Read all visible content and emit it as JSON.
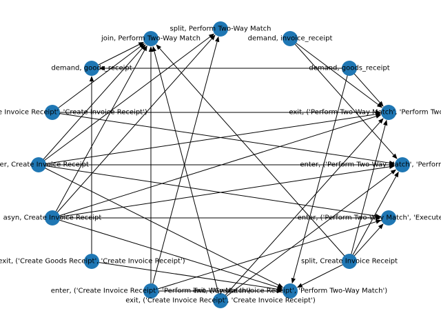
{
  "graph": {
    "colors": {
      "node": "#1f77b4",
      "edge": "#000000",
      "label": "#000000",
      "background": "#ffffff"
    },
    "nodes": [
      {
        "id": "n1",
        "label": "split, Perform Two-Way Match"
      },
      {
        "id": "n2",
        "label": "join, Perform Two-Way Match"
      },
      {
        "id": "n3",
        "label": "demand, invoice_receipt"
      },
      {
        "id": "n4",
        "label": "demand, goods_receipt"
      },
      {
        "id": "n5",
        "label": "demand, goods_receipt"
      },
      {
        "id": "n6",
        "label": "exit, ('Create Invoice Receipt', 'Create Invoice Receipt')"
      },
      {
        "id": "n7",
        "label": "exit, ('Perform Two-Way Match', 'Perform Two-Way Match')"
      },
      {
        "id": "n8",
        "label": "enter, Create Invoice Receipt"
      },
      {
        "id": "n9",
        "label": "enter, ('Perform Two-Way Match', 'Perform Two-Way Match')"
      },
      {
        "id": "n10",
        "label": "asyn, Create Invoice Receipt"
      },
      {
        "id": "n11",
        "label": "enter, ('Perform Two-Way Match', 'Execute Payment')"
      },
      {
        "id": "n12",
        "label": "exit, ('Create Goods Receipt', 'Create Invoice Receipt')"
      },
      {
        "id": "n13",
        "label": "split, Create Invoice Receipt"
      },
      {
        "id": "n14",
        "label": "enter, ('Create Invoice Receipt', 'Perform Two-Way Match')"
      },
      {
        "id": "n15",
        "label": "exit, ('Create Invoice Receipt', 'Perform Two-Way Match')"
      },
      {
        "id": "n16",
        "label": "exit, ('Create Invoice Receipt', 'Create Invoice Receipt')"
      }
    ],
    "edges": [
      [
        "n5",
        "n4"
      ],
      [
        "n4",
        "n2"
      ],
      [
        "n6",
        "n2"
      ],
      [
        "n8",
        "n2"
      ],
      [
        "n10",
        "n2"
      ],
      [
        "n14",
        "n2"
      ],
      [
        "n16",
        "n2"
      ],
      [
        "n13",
        "n2"
      ],
      [
        "n8",
        "n1"
      ],
      [
        "n10",
        "n1"
      ],
      [
        "n14",
        "n1"
      ],
      [
        "n3",
        "n7"
      ],
      [
        "n3",
        "n9"
      ],
      [
        "n5",
        "n7"
      ],
      [
        "n5",
        "n15"
      ],
      [
        "n6",
        "n7"
      ],
      [
        "n6",
        "n9"
      ],
      [
        "n8",
        "n7"
      ],
      [
        "n8",
        "n9"
      ],
      [
        "n8",
        "n11"
      ],
      [
        "n8",
        "n15"
      ],
      [
        "n10",
        "n7"
      ],
      [
        "n10",
        "n9"
      ],
      [
        "n10",
        "n11"
      ],
      [
        "n10",
        "n15"
      ],
      [
        "n12",
        "n15"
      ],
      [
        "n12",
        "n4"
      ],
      [
        "n14",
        "n11"
      ],
      [
        "n14",
        "n15"
      ],
      [
        "n16",
        "n7"
      ],
      [
        "n16",
        "n9"
      ],
      [
        "n13",
        "n7"
      ],
      [
        "n13",
        "n9"
      ],
      [
        "n13",
        "n11"
      ],
      [
        "n13",
        "n15"
      ]
    ]
  }
}
